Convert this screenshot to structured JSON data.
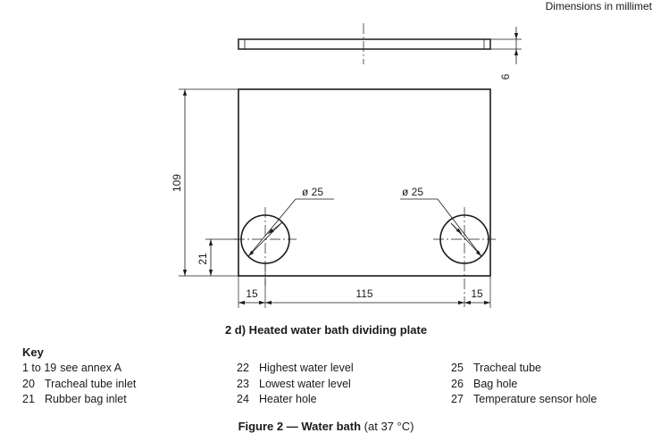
{
  "units_note": "Dimensions in millimet",
  "dimensions": {
    "thickness": "6",
    "height": "109",
    "hole_height": "21",
    "left_offset": "15",
    "center_span": "115",
    "right_offset": "15",
    "diameter_left": "ø 25",
    "diameter_right": "ø 25"
  },
  "sub_caption": "2 d) Heated water bath dividing plate",
  "key": {
    "title": "Key",
    "columns": [
      [
        {
          "num": "1 to 19",
          "label": "see annex A"
        },
        {
          "num": "20",
          "label": "Tracheal tube inlet"
        },
        {
          "num": "21",
          "label": "Rubber bag inlet"
        }
      ],
      [
        {
          "num": "22",
          "label": "Highest water level"
        },
        {
          "num": "23",
          "label": "Lowest water level"
        },
        {
          "num": "24",
          "label": "Heater hole"
        }
      ],
      [
        {
          "num": "25",
          "label": "Tracheal tube"
        },
        {
          "num": "26",
          "label": "Bag hole"
        },
        {
          "num": "27",
          "label": "Temperature sensor hole"
        }
      ]
    ]
  },
  "figure_caption": {
    "bold": "Figure 2 — Water bath",
    "normal": " (at 37 °C)"
  }
}
